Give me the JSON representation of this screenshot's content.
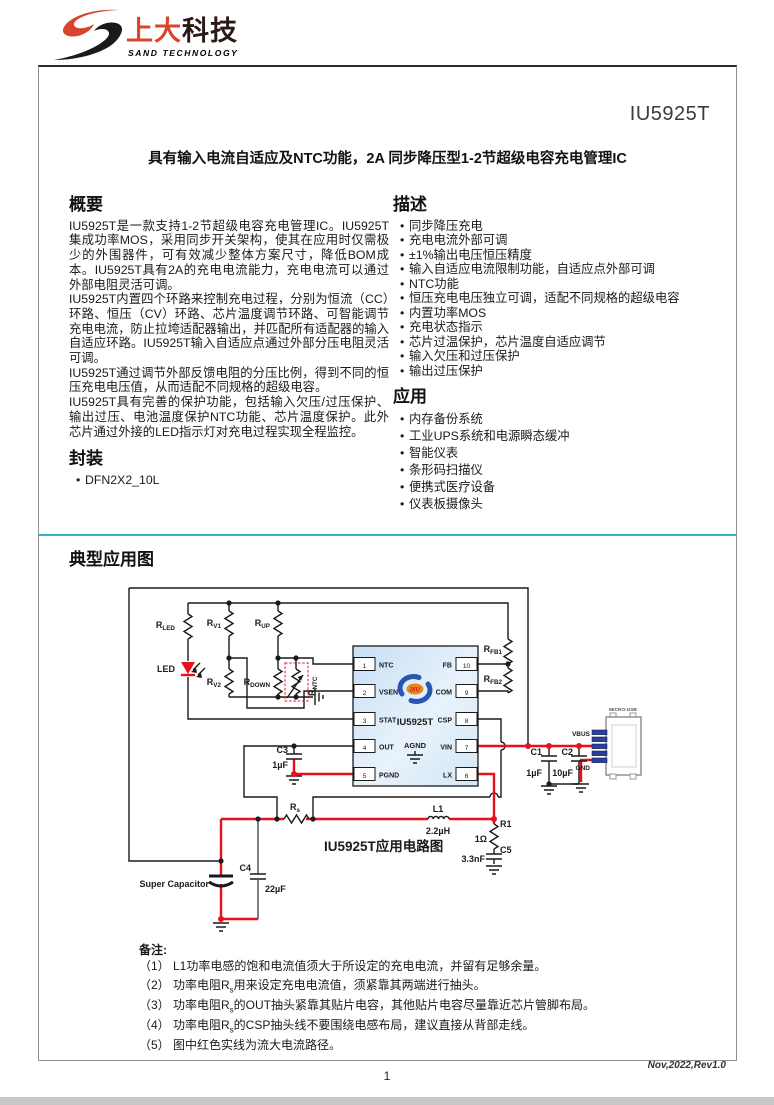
{
  "header": {
    "logo_cn_red": "上大",
    "logo_cn_dark": "科技",
    "logo_en": "SAND TECHNOLOGY"
  },
  "title": {
    "part": "IU5925T",
    "subtitle": "具有输入电流自适应及NTC功能，2A 同步降压型1-2节超级电容充电管理IC"
  },
  "overview": {
    "heading": "概要",
    "paragraphs": [
      "IU5925T是一款支持1-2节超级电容充电管理IC。IU5925T集成功率MOS，采用同步开关架构，使其在应用时仅需极少的外围器件，可有效减少整体方案尺寸，降低BOM成本。IU5925T具有2A的充电电流能力，充电电流可以通过外部电阻灵活可调。",
      "IU5925T内置四个环路来控制充电过程，分别为恒流（CC）环路、恒压（CV）环路、芯片温度调节环路、可智能调节充电电流，防止拉垮适配器输出，并匹配所有适配器的输入自适应环路。IU5925T输入自适应点通过外部分压电阻灵活可调。",
      "IU5925T通过调节外部反馈电阻的分压比例，得到不同的恒压充电电压值，从而适配不同规格的超级电容。",
      "IU5925T具有完善的保护功能，包括输入欠压/过压保护、输出过压、电池温度保护NTC功能、芯片温度保护。此外芯片通过外接的LED指示灯对充电过程实现全程监控。"
    ]
  },
  "package": {
    "heading": "封装",
    "items": [
      "DFN2X2_10L"
    ]
  },
  "description": {
    "heading": "描述",
    "bullets": [
      "同步降压充电",
      "充电电流外部可调",
      "±1%输出电压恒压精度",
      "输入自适应电流限制功能，自适应点外部可调",
      "NTC功能",
      "恒压充电电压独立可调，适配不同规格的超级电容",
      "内置功率MOS",
      "充电状态指示",
      "芯片过温保护，芯片温度自适应调节",
      "输入欠压和过压保护",
      "输出过压保护"
    ]
  },
  "applications": {
    "heading": "应用",
    "bullets": [
      "内存备份系统",
      "工业UPS系统和电源瞬态缓冲",
      "智能仪表",
      "条形码扫描仪",
      "便携式医疗设备",
      "仪表板摄像头"
    ]
  },
  "typical_app": {
    "heading": "典型应用图",
    "caption": "IU5925T应用电路图"
  },
  "circuit": {
    "ic": {
      "name": "IU5925T",
      "logo_text": "IXU",
      "agnd": "AGND",
      "left_pins": [
        {
          "n": "1",
          "name": "NTC"
        },
        {
          "n": "2",
          "name": "VSEN"
        },
        {
          "n": "3",
          "name": "STAT"
        },
        {
          "n": "4",
          "name": "OUT"
        },
        {
          "n": "5",
          "name": "PGND"
        }
      ],
      "right_pins": [
        {
          "n": "10",
          "name": "FB"
        },
        {
          "n": "9",
          "name": "COM"
        },
        {
          "n": "8",
          "name": "CSP"
        },
        {
          "n": "7",
          "name": "VIN"
        },
        {
          "n": "6",
          "name": "LX"
        }
      ]
    },
    "labels": {
      "rled": {
        "m": "R",
        "s": "LED"
      },
      "rv1": {
        "m": "R",
        "s": "V1"
      },
      "rv2": {
        "m": "R",
        "s": "V2"
      },
      "rup": {
        "m": "R",
        "s": "UP"
      },
      "rdown": {
        "m": "R",
        "s": "DOWN"
      },
      "rntc": {
        "m": "R",
        "s": "NTC"
      },
      "rfb1": {
        "m": "R",
        "s": "FB1"
      },
      "rfb2": {
        "m": "R",
        "s": "FB2"
      },
      "rs": {
        "m": "R",
        "s": "s"
      },
      "led": "LED",
      "supercap": "Super Capacitor"
    },
    "values": {
      "c1_name": "C1",
      "c1_val": "1µF",
      "c2_name": "C2",
      "c2_val": "10µF",
      "c3_name": "C3",
      "c3_val": "1µF",
      "c4_name": "C4",
      "c4_val": "22µF",
      "c5_name": "C5",
      "c5_val": "3.3nF",
      "l1_name": "L1",
      "l1_val": "2.2µH",
      "r1_name": "R1",
      "r1_val": "1Ω"
    },
    "usb": {
      "title": "MICRO-USB",
      "vbus": "VBUS",
      "gnd": "GND"
    },
    "colors": {
      "high_current_red": "#e8101e",
      "wire_black": "#1a1a1a",
      "ic_fill": "#cfe4f7",
      "teal_rule": "#2fb7c6",
      "brand_red": "#d6452c"
    }
  },
  "notes": {
    "heading": "备注:",
    "items": [
      {
        "num": "（1）",
        "pre": "L1功率电感的饱和电流值须大于所设定的充电电流，并留有足够余量。",
        "sub": "",
        "post": ""
      },
      {
        "num": "（2）",
        "pre": "功率电阻R",
        "sub": "s",
        "post": "用来设定充电电流值，须紧靠其两端进行抽头。"
      },
      {
        "num": "（3）",
        "pre": "功率电阻R",
        "sub": "s",
        "post": "的OUT抽头紧靠其贴片电容，其他贴片电容尽量靠近芯片管脚布局。"
      },
      {
        "num": "（4）",
        "pre": "功率电阻R",
        "sub": "s",
        "post": "的CSP抽头线不要围绕电感布局，建议直接从背部走线。"
      },
      {
        "num": "（5）",
        "pre": "图中红色实线为流大电流路径。",
        "sub": "",
        "post": ""
      }
    ]
  },
  "footer": {
    "rev": "Nov,2022,Rev1.0",
    "page": "1"
  }
}
